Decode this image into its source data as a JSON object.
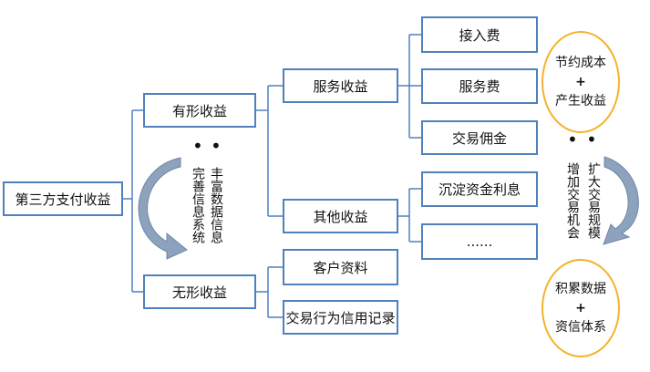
{
  "root": "第三方支付收益",
  "level1": {
    "tangible": "有形收益",
    "intangible": "无形收益"
  },
  "tangible_children": {
    "service": "服务收益",
    "other": "其他收益"
  },
  "service_children": [
    "接入费",
    "服务费",
    "交易佣金"
  ],
  "other_children": [
    "沉淀资金利息",
    "......"
  ],
  "intangible_children": [
    "客户资料",
    "交易行为信用记录"
  ],
  "middle_vertical": {
    "left_column": "完善信息系统",
    "right_column": "丰富数据信息"
  },
  "right_vertical": {
    "left_column": "增加交易机会",
    "right_column": "扩大交易规模"
  },
  "top_oval": {
    "line1": "节约成本",
    "plus": "+",
    "line2": "产生收益"
  },
  "bottom_oval": {
    "line1": "积累数据",
    "plus": "+",
    "line2": "资信体系"
  },
  "bullets": {
    "dot": "•"
  },
  "colors": {
    "box_border": "#4f81bd",
    "oval_border": "#f5b22a",
    "arrow": "#8ca2bd",
    "line": "#4f81bd"
  }
}
